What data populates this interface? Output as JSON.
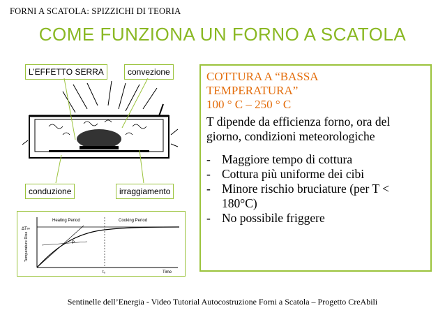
{
  "header": "FORNI A SCATOLA: SPIZZICHI DI TEORIA",
  "title": "COME FUNZIONA UN FORNO A SCATOLA",
  "labels": {
    "effetto_serra": "L’EFFETTO SERRA",
    "convezione": "convezione",
    "conduzione": "conduzione",
    "irraggiamento": "irraggiamento"
  },
  "panel": {
    "heading_lines": [
      "COTTURA A “BASSA",
      "TEMPERATURA”",
      "100 ° C – 250 ° C"
    ],
    "text": "T dipende da efficienza forno, ora del giorno, condizioni meteorologiche",
    "bullets": [
      {
        "dash": "-",
        "text": "Maggiore tempo di cottura"
      },
      {
        "dash": "-",
        "text": "Cottura più uniforme dei cibi"
      },
      {
        "dash": "-",
        "text": "Minore rischio bruciature (per T < 180°C)"
      },
      {
        "dash": "-",
        "text": "No possibile friggere"
      }
    ]
  },
  "graph": {
    "heating_label": "Heating Period",
    "cooking_label": "Cooking Period",
    "y_label": "Temperature Rise",
    "x_label": "Time",
    "t_label": "t₀",
    "p_label": "P",
    "theta_label": "ΔT∞"
  },
  "footer": "Sentinelle dell’Energia - Video Tutorial Autocostruzione Forni a Scatola – Progetto CreAbili",
  "colors": {
    "accent_green": "#8ab823",
    "box_border": "#9bc33c",
    "heading_orange": "#e36c0a"
  }
}
